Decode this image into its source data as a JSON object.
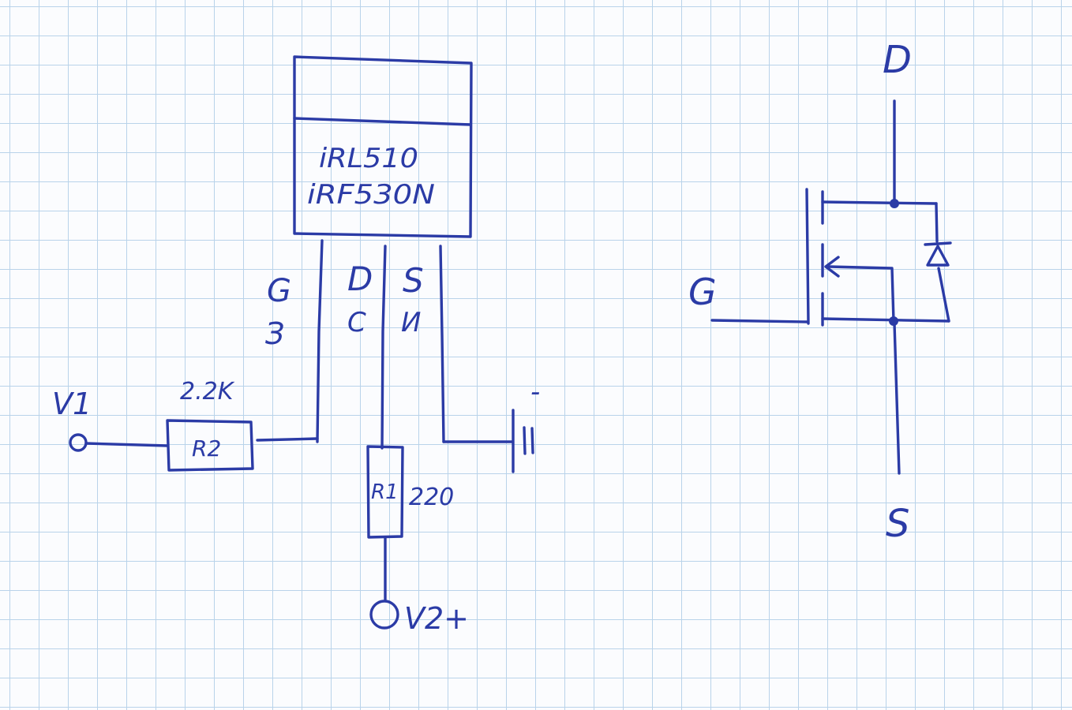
{
  "component": {
    "part_number_1": "iRL510",
    "part_number_2": "iRF530N"
  },
  "pins": {
    "gate": {
      "latin": "G",
      "cyrillic": "З"
    },
    "drain": {
      "latin": "D",
      "cyrillic": "С"
    },
    "source": {
      "latin": "S",
      "cyrillic": "И"
    }
  },
  "inputs": {
    "v1": "V1",
    "v2": "V2+",
    "ground_minus": "-"
  },
  "resistors": {
    "r2": {
      "label": "R2",
      "value": "2.2K"
    },
    "r1": {
      "label": "R1",
      "value": "220"
    }
  },
  "symbol": {
    "drain": "D",
    "gate": "G",
    "source": "S"
  },
  "colors": {
    "ink": "#2b3ba6",
    "grid": "#b9d3ea",
    "paper": "#fbfcfe"
  }
}
